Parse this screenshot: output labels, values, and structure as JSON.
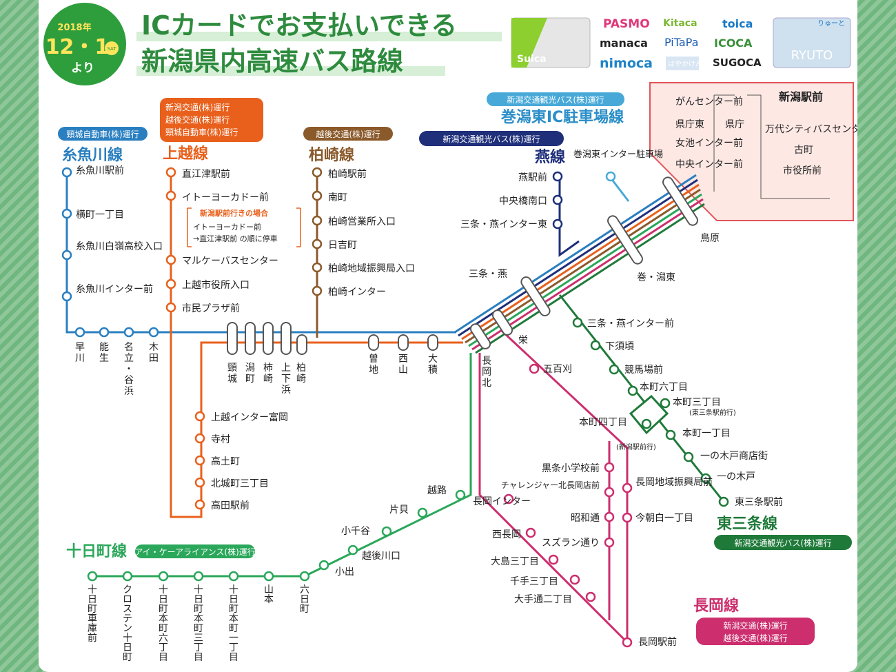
{
  "header": {
    "badge": {
      "year": "2018年",
      "date": "12・1",
      "sat": "SAT",
      "yori": "より"
    },
    "title_line1": "ICカードでお支払いできる",
    "title_line2": "新潟県内高速バス路線",
    "cards": [
      "Suica",
      "PASMO",
      "Kitaca",
      "toica",
      "manaca",
      "PiTaPa",
      "ICOCA",
      "nimoca",
      "はやかけん",
      "SUGOCA",
      "RYUTO",
      "りゅーと"
    ]
  },
  "colors": {
    "itoigawa": "#2a7fc0",
    "joetsu": "#e8601c",
    "kashiwazaki": "#8b5a2b",
    "tsubame": "#1f2f7a",
    "makiigata": "#48a9d8",
    "higashisanjo": "#1f7a3a",
    "tokamachi": "#2aa75a",
    "nagaoka": "#cc2e6e",
    "accent": "#2e8b3e"
  },
  "lines": {
    "itoigawa": {
      "name": "糸魚川線",
      "operator": "頸城自動車(株)運行",
      "stops": [
        "糸魚川駅前",
        "横町一丁目",
        "糸魚川白嶺高校入口",
        "糸魚川インター前"
      ],
      "trunk": [
        "早川",
        "能生",
        "名立・谷浜",
        "木田"
      ]
    },
    "joetsu": {
      "name": "上越線",
      "operators": [
        "新潟交通(株)運行",
        "越後交通(株)運行",
        "頸城自動車(株)運行"
      ],
      "stops": [
        "直江津駅前",
        "イトーヨーカドー前",
        "マルケーバスセンター",
        "上越市役所入口",
        "市民プラザ前"
      ],
      "note_title": "新潟駅前行きの場合",
      "note_body1": "イトーヨーカドー前",
      "note_body2": "→直江津駅前 の順に停車",
      "trunk": [
        "頸城",
        "潟町",
        "柿崎",
        "上下浜",
        "柏崎"
      ],
      "south": [
        "上越インター富岡",
        "寺村",
        "高土町",
        "北城町三丁目",
        "高田駅前"
      ]
    },
    "kashiwazaki": {
      "name": "柏崎線",
      "operator": "越後交通(株)運行",
      "stops": [
        "柏崎駅前",
        "南町",
        "柏崎営業所入口",
        "日吉町",
        "柏崎地域振興局入口",
        "柏崎インター"
      ],
      "trunk": [
        "曽地",
        "西山",
        "大積"
      ]
    },
    "tsubame": {
      "name": "燕線",
      "operator": "新潟交通観光バス(株)運行",
      "stops": [
        "燕駅前",
        "中央橋南口",
        "三条・燕インター東"
      ]
    },
    "makiigata": {
      "name": "巻潟東IC駐車場線",
      "operator": "新潟交通観光バス(株)運行",
      "stop": "巻潟東インター駐車場"
    },
    "trunk": {
      "stops": [
        "鳥原",
        "巻・潟東",
        "三条・燕",
        "栄",
        "長岡北"
      ]
    },
    "niigata": {
      "title": "新潟駅前",
      "left": [
        "がんセンター前",
        "県庁東",
        "県庁",
        "女池インター前",
        "中央インター前"
      ],
      "right": [
        "万代シティバスセンター前",
        "古町",
        "市役所前"
      ]
    },
    "higashisanjo": {
      "name": "東三条線",
      "operator": "新潟交通観光バス(株)運行",
      "stops": [
        "三条・燕インター前",
        "下須頃",
        "競馬場前",
        "本町六丁目",
        "本町三丁目",
        "本町四丁目",
        "本町一丁目",
        "一の木戸商店街",
        "一の木戸",
        "東三条駅前"
      ],
      "note_sanjo": "(東三条駅前行)",
      "note_niigata": "(新潟駅前行)"
    },
    "tokamachi": {
      "name": "十日町線",
      "operator": "アイ・ケーアライアンス(株)運行",
      "stops": [
        "越路",
        "片貝",
        "小千谷",
        "越後川口",
        "小出",
        "六日町",
        "山本",
        "十日町本町一丁目",
        "十日町本町三丁目",
        "十日町本町六丁目",
        "クロステン十日町",
        "十日町車庫前"
      ]
    },
    "nagaoka": {
      "name": "長岡線",
      "operators": [
        "新潟交通(株)運行",
        "越後交通(株)運行"
      ],
      "stops": [
        "五百刈",
        "長岡インター",
        "西長岡",
        "大島三丁目",
        "千手三丁目",
        "大手通二丁目",
        "長岡駅前",
        "黒条小学校前",
        "チャレンジャー北長岡店前",
        "昭和通",
        "スズラン通り",
        "長岡地域振興局前",
        "今朝白一丁目"
      ]
    }
  }
}
